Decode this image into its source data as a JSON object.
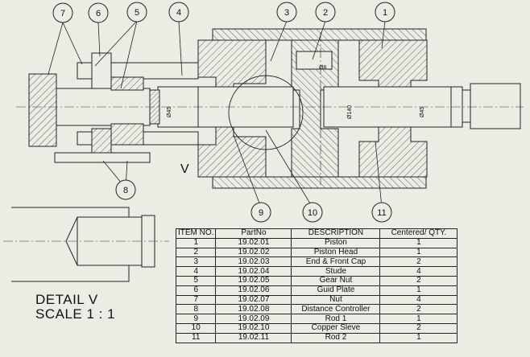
{
  "balloons": [
    {
      "label": "7"
    },
    {
      "label": "6"
    },
    {
      "label": "5"
    },
    {
      "label": "4"
    },
    {
      "label": "3"
    },
    {
      "label": "2"
    },
    {
      "label": "1"
    },
    {
      "label": "8"
    },
    {
      "label": "9"
    },
    {
      "label": "10"
    },
    {
      "label": "11"
    }
  ],
  "dimensions": {
    "rod_left": "Ø45",
    "piston_center": "Ø140",
    "rod_right": "Ø45",
    "cap_bore": "Ø8"
  },
  "view_label": "V",
  "detail": {
    "line1": "DETAIL V",
    "line2": "SCALE 1 : 1"
  },
  "bom": {
    "headers": [
      "ITEM NO.",
      "PartNo",
      "DESCRIPTION",
      "Centered/ QTY."
    ],
    "rows": [
      [
        "1",
        "19.02.01",
        "Piston",
        "1"
      ],
      [
        "2",
        "19.02.02",
        "Piston Head",
        "1"
      ],
      [
        "3",
        "19.02.03",
        "End & Front Cap",
        "2"
      ],
      [
        "4",
        "19.02.04",
        "Stude",
        "4"
      ],
      [
        "5",
        "19.02.05",
        "Gear Nut",
        "2"
      ],
      [
        "6",
        "19.02.06",
        "Guid Plate",
        "1"
      ],
      [
        "7",
        "19.02.07",
        "Nut",
        "4"
      ],
      [
        "8",
        "19.02.08",
        "Distance Controller",
        "2"
      ],
      [
        "9",
        "19.02.09",
        "Rod 1",
        "1"
      ],
      [
        "10",
        "19.02.10",
        "Copper Sleve",
        "2"
      ],
      [
        "11",
        "19.02.11",
        "Rod 2",
        "1"
      ]
    ]
  }
}
